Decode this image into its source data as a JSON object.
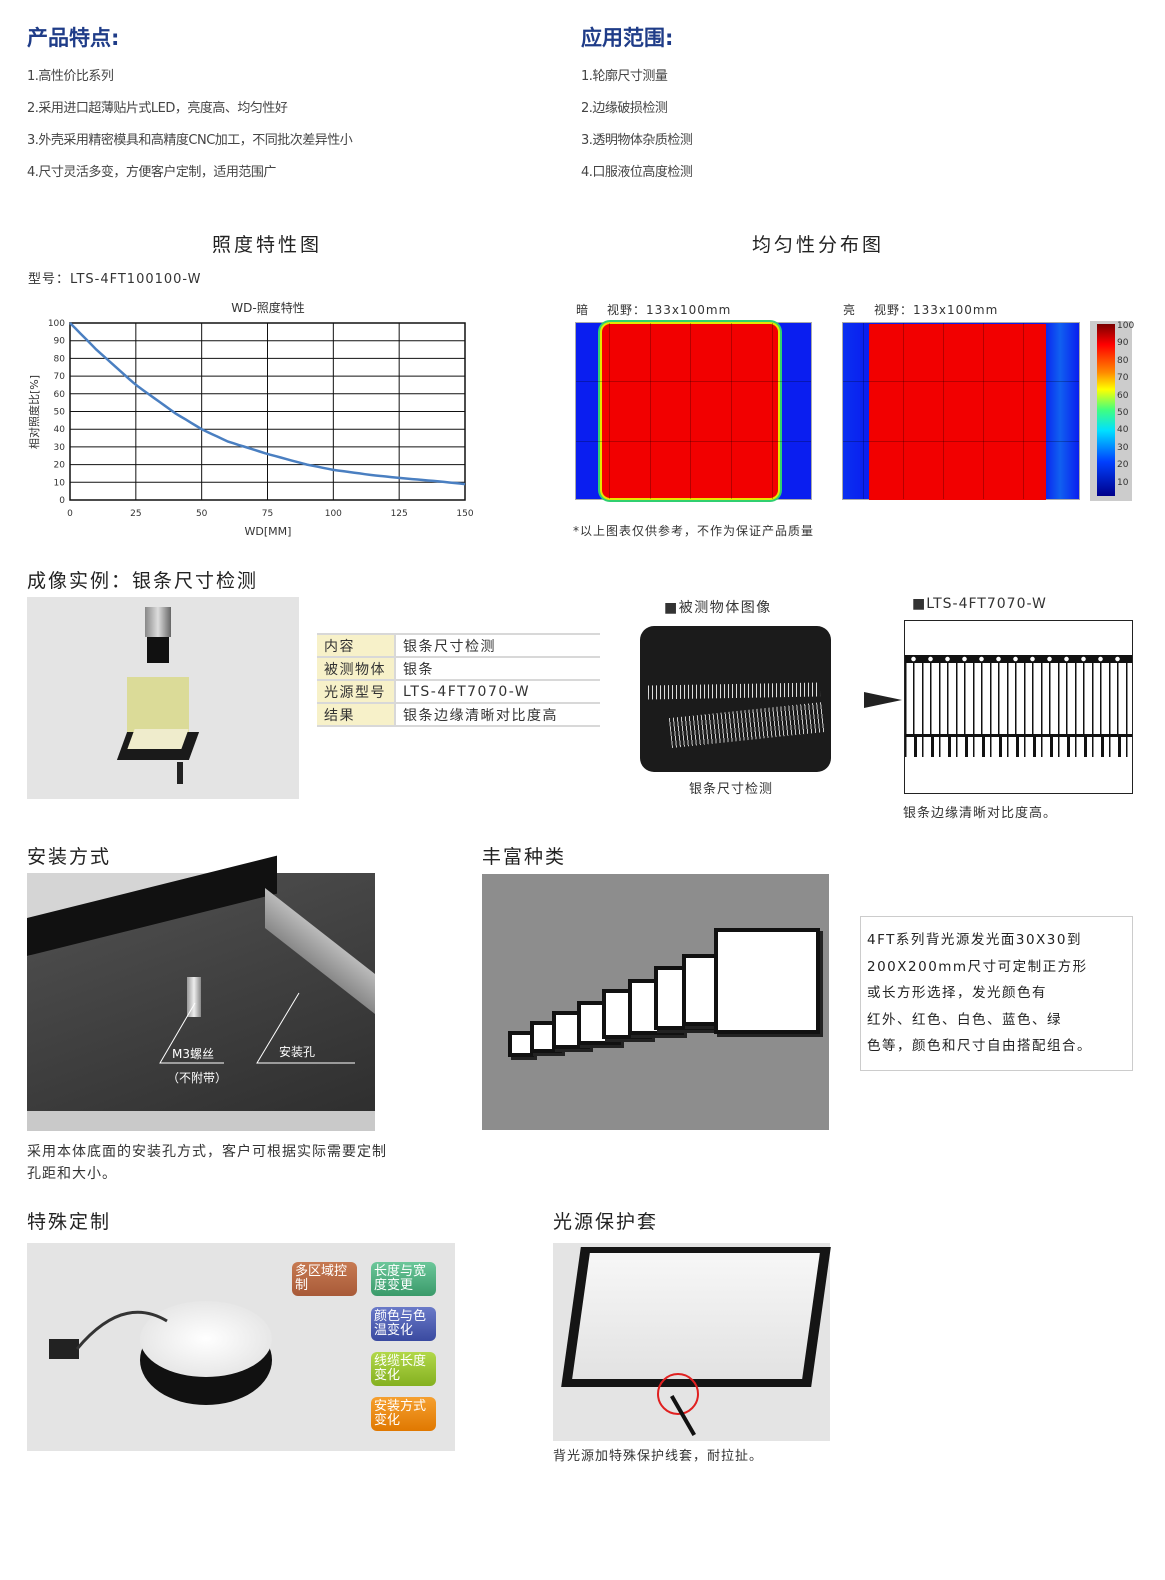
{
  "features": {
    "title": "产品特点:",
    "items": [
      "1.高性价比系列",
      "2.采用进口超薄贴片式LED，亮度高、均匀性好",
      "3.外壳采用精密模具和高精度CNC加工，不同批次差异性小",
      "4.尺寸灵活多变，方便客户定制，适用范围广"
    ]
  },
  "applications": {
    "title": "应用范围:",
    "items": [
      "1.轮廓尺寸测量",
      "2.边缘破损检测",
      "3.透明物体杂质检测",
      "4.口服液位高度检测"
    ]
  },
  "illum": {
    "heading": "照度特性图",
    "model": "型号：LTS-4FT100100-W"
  },
  "chart_data": {
    "type": "line",
    "title": "WD-照度特性",
    "xlabel": "WD[MM]",
    "ylabel": "相对照度比[%]",
    "xlim": [
      0,
      150
    ],
    "ylim": [
      0,
      100
    ],
    "xticks": [
      "0",
      "25",
      "50",
      "75",
      "100",
      "125",
      "150"
    ],
    "yticks": [
      "0",
      "10",
      "20",
      "30",
      "40",
      "50",
      "60",
      "70",
      "80",
      "90",
      "100"
    ],
    "grid": true,
    "series": [
      {
        "name": "relative illuminance",
        "x": [
          0,
          10,
          25,
          40,
          50,
          60,
          75,
          90,
          100,
          115,
          125,
          140,
          150
        ],
        "y": [
          100,
          85,
          65,
          49,
          40,
          33,
          26,
          20,
          17,
          14,
          12.5,
          10.5,
          9
        ]
      }
    ],
    "color": "#4a7fc1"
  },
  "uniformity": {
    "heading": "均匀性分布图",
    "dark_label": "暗",
    "bright_label": "亮",
    "fov_dark": "视野：133x100mm",
    "fov_bright": "视野：133x100mm",
    "colorbar_ticks": [
      "100",
      "90",
      "80",
      "70",
      "60",
      "50",
      "40",
      "30",
      "20",
      "10"
    ],
    "note": "*以上图表仅供参考，不作为保证产品质量"
  },
  "example": {
    "heading": "成像实例：银条尺寸检测",
    "table": [
      {
        "k": "内容",
        "v": "银条尺寸检测"
      },
      {
        "k": "被测物体",
        "v": "银条"
      },
      {
        "k": "光源型号",
        "v": "LTS-4FT7070-W"
      },
      {
        "k": "结果",
        "v": "银条边缘清晰对比度高"
      }
    ],
    "object_title": "■被测物体图像",
    "object_caption": "银条尺寸检测",
    "result_title": "■LTS-4FT7070-W",
    "result_caption": "银条边缘清晰对比度高。"
  },
  "install": {
    "heading": "安装方式",
    "screw": "M3螺丝",
    "screw_note": "（不附带）",
    "hole": "安装孔",
    "desc": "采用本体底面的安装孔方式，客户可根据实际需要定制孔距和大小。"
  },
  "variety": {
    "heading": "丰富种类",
    "desc": [
      "4FT系列背光源发光面30X30到",
      "200X200mm尺寸可定制正方形",
      "或长方形选择，发光颜色有",
      "红外、红色、白色、蓝色、绿",
      "色等，颜色和尺寸自由搭配组合。"
    ]
  },
  "custom": {
    "heading": "特殊定制",
    "badges": [
      "多区域控制",
      "长度与宽度变更",
      "颜色与色温变化",
      "线缆长度变化",
      "安装方式变化"
    ]
  },
  "protect": {
    "heading": "光源保护套",
    "desc": "背光源加特殊保护线套，耐拉扯。"
  }
}
